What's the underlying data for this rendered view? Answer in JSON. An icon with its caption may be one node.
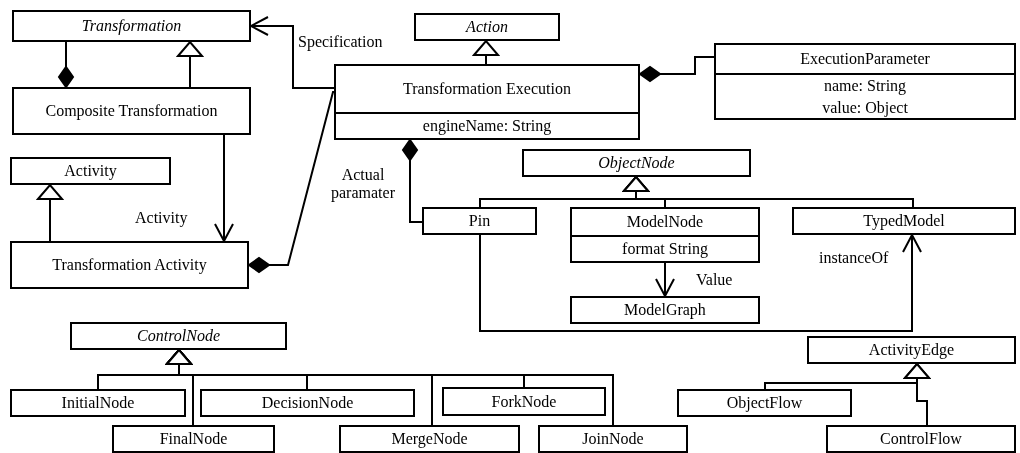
{
  "diagram": {
    "nodes": [
      {
        "text": [
          "Transformation"
        ]
      },
      {
        "text": [
          "Action"
        ]
      },
      {
        "text": [
          "Transformation Execution",
          "engineName: String"
        ]
      },
      {
        "text": [
          "ExecutionParameter",
          "name: String",
          "value: Object"
        ]
      },
      {
        "text": [
          "Composite Transformation"
        ]
      },
      {
        "text": [
          "Activity"
        ]
      },
      {
        "text": [
          "Transformation Activity"
        ]
      },
      {
        "text": [
          "ObjectNode"
        ]
      },
      {
        "text": [
          "Pin"
        ]
      },
      {
        "text": [
          "ModelNode",
          "format String"
        ]
      },
      {
        "text": [
          "TypedModel"
        ]
      },
      {
        "text": [
          "ModelGraph"
        ]
      },
      {
        "text": [
          "ControlNode"
        ]
      },
      {
        "text": [
          "ActivityEdge"
        ]
      },
      {
        "text": [
          "InitialNode"
        ]
      },
      {
        "text": [
          "DecisionNode"
        ]
      },
      {
        "text": [
          "ForkNode"
        ]
      },
      {
        "text": [
          "ObjectFlow"
        ]
      },
      {
        "text": [
          "FinalNode"
        ]
      },
      {
        "text": [
          "MergeNode"
        ]
      },
      {
        "text": [
          "JoinNode"
        ]
      },
      {
        "text": [
          "ControlFlow"
        ]
      }
    ],
    "edges": [
      {
        "from": 2,
        "to": 0,
        "arrow": "to",
        "label": "Specification"
      },
      {
        "from": 4,
        "to": 0,
        "arrow": "other"
      },
      {
        "from": 4,
        "to": 0,
        "arrow": "to"
      },
      {
        "from": 2,
        "to": 1,
        "arrow": "to"
      },
      {
        "from": 2,
        "to": 3,
        "arrow": "other"
      },
      {
        "from": 4,
        "to": 6,
        "arrow": "to",
        "label": "Activity"
      },
      {
        "from": 6,
        "to": 5,
        "arrow": "to"
      },
      {
        "from": 6,
        "to": 2,
        "arrow": "other"
      },
      {
        "from": 2,
        "to": 8,
        "arrow": "other",
        "label": "Actual paramater"
      },
      {
        "from": 8,
        "to": 7,
        "arrow": "to"
      },
      {
        "from": 9,
        "to": 7,
        "arrow": "to"
      },
      {
        "from": 10,
        "to": 7,
        "arrow": "to"
      },
      {
        "from": 9,
        "to": 11,
        "arrow": "to",
        "label": "Value"
      },
      {
        "from": 8,
        "to": 10,
        "arrow": "to",
        "label": "instanceOf"
      },
      {
        "from": 14,
        "to": 12,
        "arrow": "to"
      },
      {
        "from": 18,
        "to": 12,
        "arrow": "to"
      },
      {
        "from": 15,
        "to": 12,
        "arrow": "to"
      },
      {
        "from": 19,
        "to": 12,
        "arrow": "to"
      },
      {
        "from": 16,
        "to": 12,
        "arrow": "to"
      },
      {
        "from": 20,
        "to": 12,
        "arrow": "to"
      },
      {
        "from": 17,
        "to": 13,
        "arrow": "to"
      },
      {
        "from": 21,
        "to": 13,
        "arrow": "to"
      }
    ]
  }
}
